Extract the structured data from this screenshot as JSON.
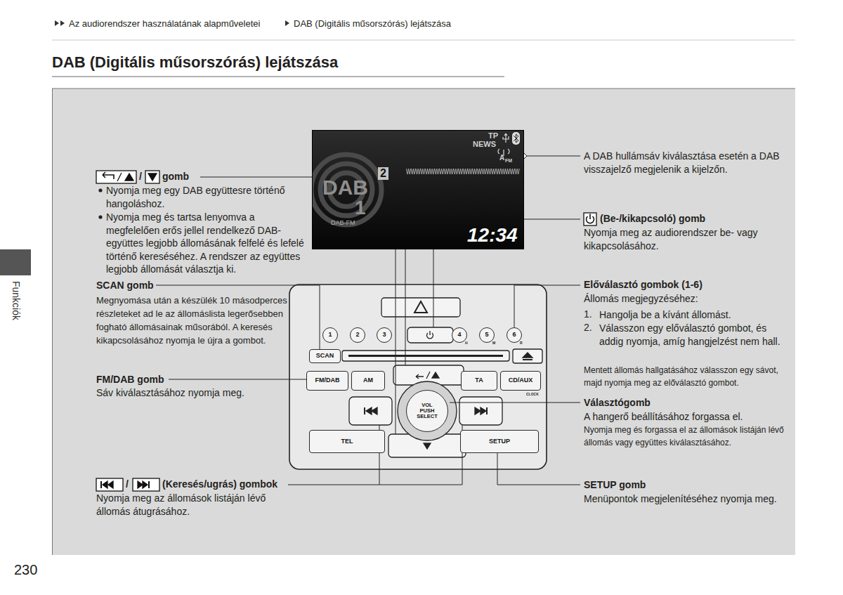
{
  "diagram": {
    "title": "DAB (Digitális műsorszórás) lejátszása",
    "nodes": [
      {
        "text": [
          "TP",
          "NEWS",
          "A",
          "FM",
          "2",
          "WWWWWWWWWWWWWWWWWWWWWWWW",
          "DAB",
          "1",
          "DAB-FM",
          "12:34"
        ]
      },
      {
        "text": [
          "1"
        ]
      },
      {
        "text": [
          "2"
        ]
      },
      {
        "text": [
          "3"
        ]
      },
      {
        "text": [
          "4"
        ]
      },
      {
        "text": [
          "5"
        ]
      },
      {
        "text": [
          "6"
        ]
      },
      {
        "text": [
          "SCAN"
        ]
      },
      {
        "text": [
          "FM/DAB"
        ]
      },
      {
        "text": [
          "AM"
        ]
      },
      {
        "text": [
          "TA"
        ]
      },
      {
        "text": [
          "CD/AUX"
        ]
      },
      {
        "text": [
          "VOL PUSH SELECT"
        ]
      },
      {
        "text": [
          "TEL"
        ]
      },
      {
        "text": [
          "SETUP"
        ]
      }
    ],
    "labels": [
      "Az audiorendszer használatának alapműveletei",
      "DAB (Digitális műsorszórás) lejátszása",
      "/",
      "gomb",
      "Nyomja meg egy DAB együttesre történő hangoláshoz.",
      "Nyomja meg és tartsa lenyomva a megfelelően erős jellel rendelkező DAB-együttes legjobb állomásának felfelé és lefelé történő kereséséhez. A rendszer az együttes legjobb állomását választja ki.",
      "SCAN gomb",
      "Megnyomása után a készülék 10 másodperces részleteket ad le az állomáslista legerősebben fogható állomásainak műsorából. A keresés kikapcsolásához nyomja le újra a gombot.",
      "FM/DAB gomb",
      "Sáv kiválasztásához nyomja meg.",
      "/",
      "(Keresés/ugrás) gombok",
      "Nyomja meg az állomások listáján lévő állomás átugrásához.",
      "A DAB hullámsáv kiválasztása esetén a DAB visszajelző megjelenik a kijelzőn.",
      "(Be-/kikapcsoló) gomb",
      "Nyomja meg az audiorendszer be- vagy kikapcsolásához.",
      "Előválasztó gombok (1-6)",
      "Állomás megjegyzéséhez:",
      "1.",
      "Hangolja be a kívánt állomást.",
      "2.",
      "Válasszon egy előválasztó gombot, és addig nyomja, amíg hangjelzést nem hall.",
      "Mentett állomás hallgatásához válasszon egy sávot, majd nyomja meg az előválasztó gombot.",
      "Választógomb",
      "A hangerő beállításához forgassa el.",
      "Nyomja meg és forgassa el az állomások listáján lévő állomás vagy együttes kiválasztásához.",
      "SETUP gomb",
      "Menüpontok megjelenítéséhez nyomja meg.",
      "CLOCK",
      "H",
      "M",
      "R",
      "Funkciók",
      "230"
    ]
  }
}
